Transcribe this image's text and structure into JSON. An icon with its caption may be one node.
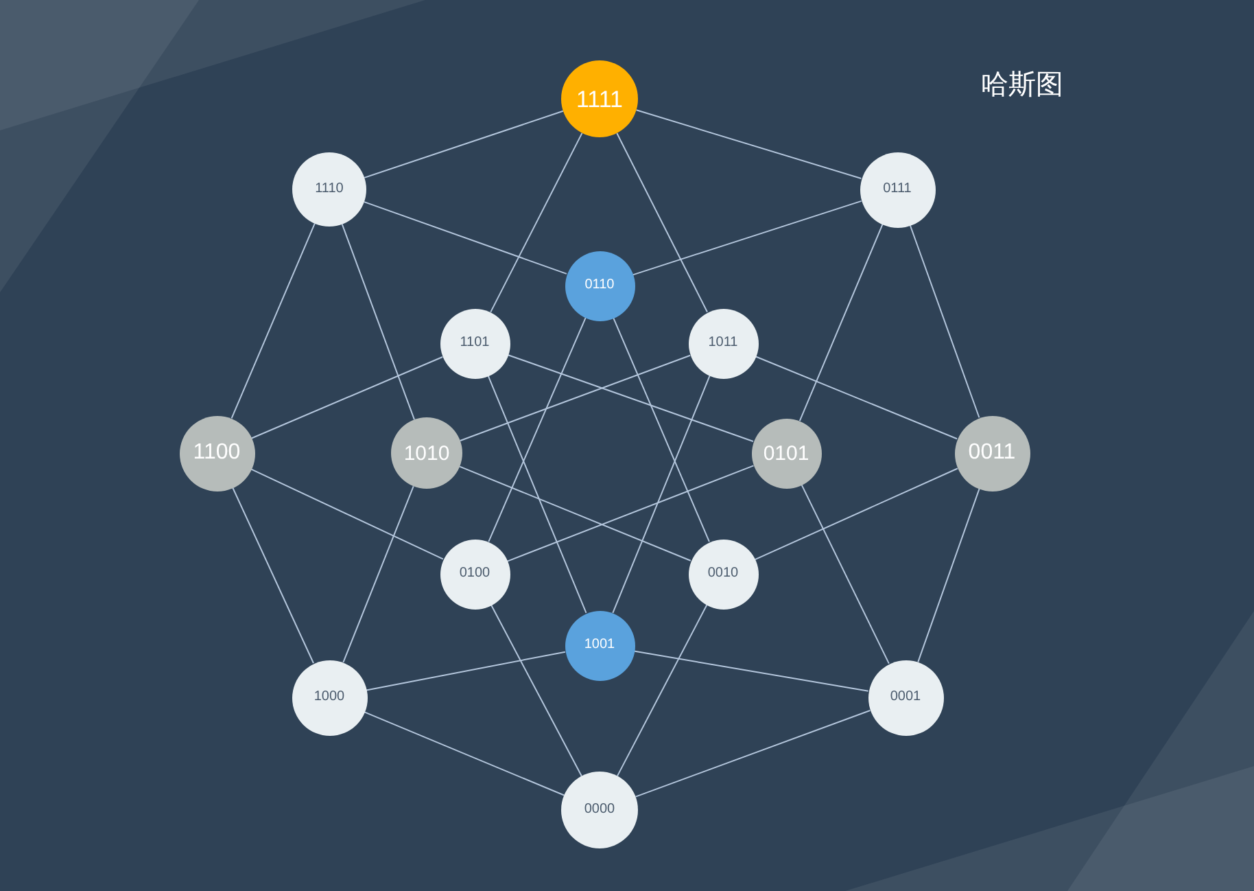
{
  "diagram": {
    "title": "哈斯图",
    "nodes": [
      {
        "text": [
          "1111"
        ]
      },
      {
        "text": [
          "1110"
        ]
      },
      {
        "text": [
          "0111"
        ]
      },
      {
        "text": [
          "0110"
        ]
      },
      {
        "text": [
          "1101"
        ]
      },
      {
        "text": [
          "1011"
        ]
      },
      {
        "text": [
          "1100"
        ]
      },
      {
        "text": [
          "1010"
        ]
      },
      {
        "text": [
          "0101"
        ]
      },
      {
        "text": [
          "0011"
        ]
      },
      {
        "text": [
          "0100"
        ]
      },
      {
        "text": [
          "0010"
        ]
      },
      {
        "text": [
          "1001"
        ]
      },
      {
        "text": [
          "1000"
        ]
      },
      {
        "text": [
          "0001"
        ]
      },
      {
        "text": [
          "0000"
        ]
      }
    ],
    "edges": [
      {
        "from": 0,
        "to": 1,
        "arrow": "none"
      },
      {
        "from": 0,
        "to": 4,
        "arrow": "none"
      },
      {
        "from": 0,
        "to": 5,
        "arrow": "none"
      },
      {
        "from": 0,
        "to": 2,
        "arrow": "none"
      },
      {
        "from": 1,
        "to": 6,
        "arrow": "none"
      },
      {
        "from": 1,
        "to": 7,
        "arrow": "none"
      },
      {
        "from": 1,
        "to": 3,
        "arrow": "none"
      },
      {
        "from": 2,
        "to": 3,
        "arrow": "none"
      },
      {
        "from": 2,
        "to": 8,
        "arrow": "none"
      },
      {
        "from": 2,
        "to": 9,
        "arrow": "none"
      },
      {
        "from": 3,
        "to": 10,
        "arrow": "none"
      },
      {
        "from": 3,
        "to": 11,
        "arrow": "none"
      },
      {
        "from": 4,
        "to": 6,
        "arrow": "none"
      },
      {
        "from": 4,
        "to": 12,
        "arrow": "none"
      },
      {
        "from": 4,
        "to": 8,
        "arrow": "none"
      },
      {
        "from": 5,
        "to": 7,
        "arrow": "none"
      },
      {
        "from": 5,
        "to": 12,
        "arrow": "none"
      },
      {
        "from": 5,
        "to": 9,
        "arrow": "none"
      },
      {
        "from": 6,
        "to": 13,
        "arrow": "none"
      },
      {
        "from": 6,
        "to": 10,
        "arrow": "none"
      },
      {
        "from": 7,
        "to": 13,
        "arrow": "none"
      },
      {
        "from": 7,
        "to": 11,
        "arrow": "none"
      },
      {
        "from": 8,
        "to": 10,
        "arrow": "none"
      },
      {
        "from": 8,
        "to": 14,
        "arrow": "none"
      },
      {
        "from": 9,
        "to": 11,
        "arrow": "none"
      },
      {
        "from": 9,
        "to": 14,
        "arrow": "none"
      },
      {
        "from": 12,
        "to": 13,
        "arrow": "none"
      },
      {
        "from": 12,
        "to": 14,
        "arrow": "none"
      },
      {
        "from": 10,
        "to": 15,
        "arrow": "none"
      },
      {
        "from": 11,
        "to": 15,
        "arrow": "none"
      },
      {
        "from": 13,
        "to": 15,
        "arrow": "none"
      },
      {
        "from": 14,
        "to": 15,
        "arrow": "none"
      }
    ]
  }
}
